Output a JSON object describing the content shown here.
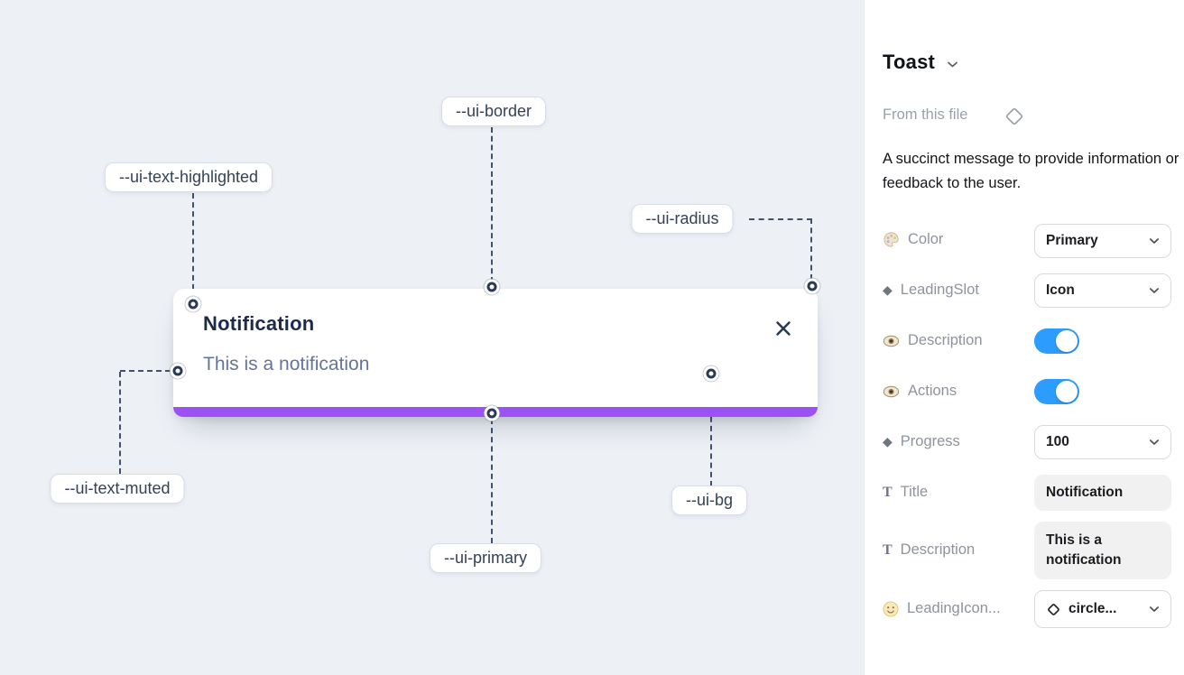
{
  "canvas": {
    "background": "#EDF0F5",
    "toast": {
      "title": "Notification",
      "description": "This is a notification"
    },
    "labels": [
      {
        "text": "--ui-border"
      },
      {
        "text": "--ui-text-highlighted"
      },
      {
        "text": "--ui-radius"
      },
      {
        "text": "--ui-text-muted"
      },
      {
        "text": "--ui-primary"
      },
      {
        "text": "--ui-bg"
      }
    ],
    "colors": {
      "primary_bar": "#9D50F3",
      "connector_ring": "#2B3A55",
      "dashed_line": "#42526E"
    }
  },
  "panel": {
    "title": "Toast",
    "source_label": "From this file",
    "description": "A succinct message to provide information or feedback to the user.",
    "toolbar_icons": [
      "swap-instance",
      "component",
      "go-to-main-component"
    ],
    "toggle_color": "#2D9CFF",
    "properties": [
      {
        "label": "Color",
        "icon": "palette-icon",
        "control": "dropdown",
        "value": "Primary"
      },
      {
        "label": "LeadingSlot",
        "icon": "diamond-icon",
        "glyph": "◆",
        "control": "dropdown",
        "value": "Icon"
      },
      {
        "label": "Description",
        "icon": "eye-icon",
        "control": "toggle",
        "value": "on"
      },
      {
        "label": "Actions",
        "icon": "eye-icon",
        "control": "toggle",
        "value": "on"
      },
      {
        "label": "Progress",
        "icon": "diamond-icon",
        "glyph": "◆",
        "control": "dropdown",
        "value": "100"
      },
      {
        "label": "Title",
        "icon": "text-icon",
        "glyph": "T",
        "control": "textfield",
        "value": "Notification"
      },
      {
        "label": "Description",
        "icon": "text-icon",
        "glyph": "T",
        "control": "textfield",
        "value": "This is a notification"
      },
      {
        "label": "LeadingIcon...",
        "icon": "smiley-icon",
        "control": "icon-dropdown",
        "value": "circle..."
      }
    ]
  }
}
